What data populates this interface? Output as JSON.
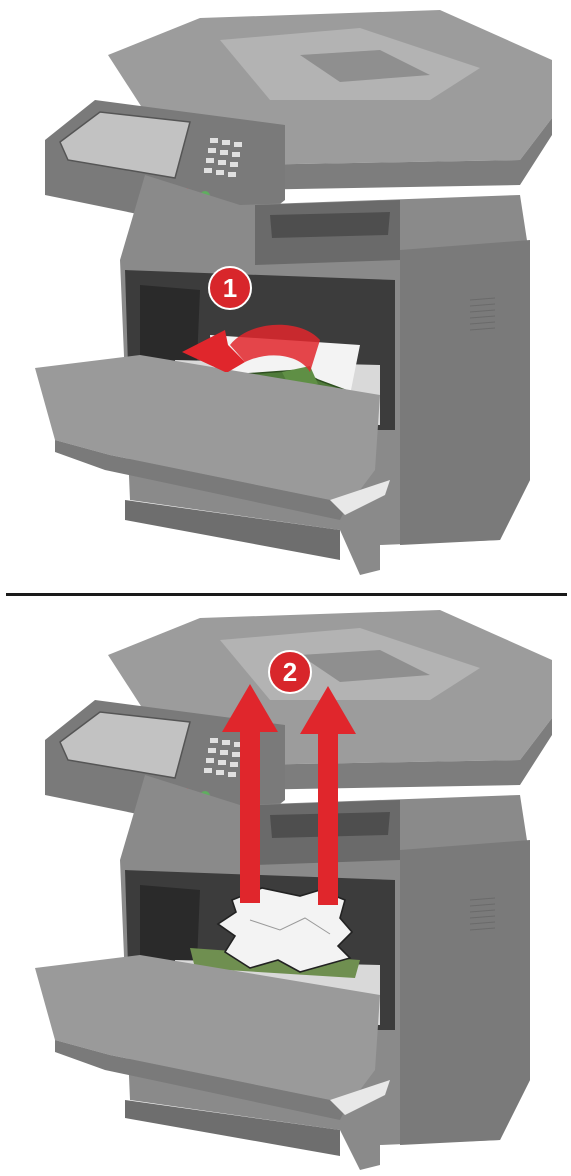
{
  "steps": [
    {
      "number": "1",
      "action": "rotate-lever",
      "badge_color": "#d8262b"
    },
    {
      "number": "2",
      "action": "pull-paper-up",
      "badge_color": "#d8262b"
    }
  ],
  "colors": {
    "printer_body": "#8a8a8a",
    "printer_light": "#a6a6a6",
    "printer_dark": "#5e5e5e",
    "arrow": "#e0262c",
    "lever": "#4f7a3a",
    "paper": "#f3f3f3",
    "divider": "#1a1a1a"
  }
}
